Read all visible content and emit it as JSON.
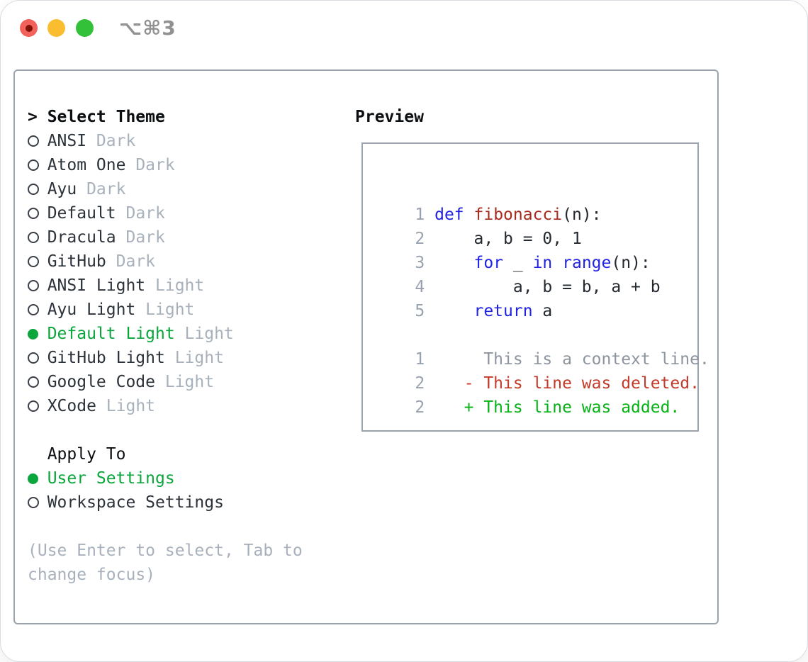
{
  "titlebar": {
    "shortcut": "⌥⌘3"
  },
  "panel": {
    "theme_section": {
      "cursor": ">",
      "title": "Select Theme",
      "items": [
        {
          "name": "ANSI",
          "tag": "Dark",
          "selected": false
        },
        {
          "name": "Atom One",
          "tag": "Dark",
          "selected": false
        },
        {
          "name": "Ayu",
          "tag": "Dark",
          "selected": false
        },
        {
          "name": "Default",
          "tag": "Dark",
          "selected": false
        },
        {
          "name": "Dracula",
          "tag": "Dark",
          "selected": false
        },
        {
          "name": "GitHub",
          "tag": "Dark",
          "selected": false
        },
        {
          "name": "ANSI Light",
          "tag": "Light",
          "selected": false
        },
        {
          "name": "Ayu Light",
          "tag": "Light",
          "selected": false
        },
        {
          "name": "Default Light",
          "tag": "Light",
          "selected": true
        },
        {
          "name": "GitHub Light",
          "tag": "Light",
          "selected": false
        },
        {
          "name": "Google Code",
          "tag": "Light",
          "selected": false
        },
        {
          "name": "XCode",
          "tag": "Light",
          "selected": false
        }
      ]
    },
    "apply_section": {
      "title": "Apply To",
      "options": [
        {
          "name": "User Settings",
          "selected": true
        },
        {
          "name": "Workspace Settings",
          "selected": false
        }
      ]
    },
    "hint": "(Use Enter to select, Tab to change focus)",
    "preview_section": {
      "title": "Preview",
      "lines": [
        {
          "num": "1",
          "tokens": [
            [
              "def",
              "kw"
            ],
            [
              " ",
              "pl"
            ],
            [
              "fibonacci",
              "fn"
            ],
            [
              "(n):",
              "pl"
            ]
          ]
        },
        {
          "num": "2",
          "tokens": [
            [
              "    a, b = 0, 1",
              "pl"
            ]
          ]
        },
        {
          "num": "3",
          "tokens": [
            [
              "    ",
              "pl"
            ],
            [
              "for",
              "kw"
            ],
            [
              " _ ",
              "pl"
            ],
            [
              "in",
              "kw"
            ],
            [
              " ",
              "pl"
            ],
            [
              "range",
              "kw"
            ],
            [
              "(n):",
              "pl"
            ]
          ]
        },
        {
          "num": "4",
          "tokens": [
            [
              "        a, b = b, a + b",
              "pl"
            ]
          ]
        },
        {
          "num": "5",
          "tokens": [
            [
              "    ",
              "pl"
            ],
            [
              "return",
              "kw"
            ],
            [
              " a",
              "pl"
            ]
          ]
        },
        {
          "num": "",
          "tokens": []
        },
        {
          "num": "1",
          "tokens": [
            [
              "     This is a context line.",
              "ctx"
            ]
          ]
        },
        {
          "num": "2",
          "tokens": [
            [
              "   - This line was deleted.",
              "del"
            ]
          ]
        },
        {
          "num": "2",
          "tokens": [
            [
              "   + This line was added.",
              "add"
            ]
          ]
        }
      ]
    }
  },
  "colors": {
    "keyword": "#2222e2",
    "function": "#a62b1d",
    "plain": "#24292f",
    "context": "#8d949d",
    "deleted": "#c43a28",
    "added": "#04b214",
    "line_number": "#98a2ae",
    "ui_text": "#2c3239",
    "ui_heading": "#0c0f12",
    "ui_muted": "#a8b1bb",
    "ui_selected_green": "#0aa53b",
    "box_border": "#9ba4ae",
    "traffic_red": "#f2625a",
    "traffic_yellow": "#fbbd30",
    "traffic_green": "#32c138",
    "traffic_red_dot": "#801106",
    "shortcut_gray": "#919191"
  }
}
